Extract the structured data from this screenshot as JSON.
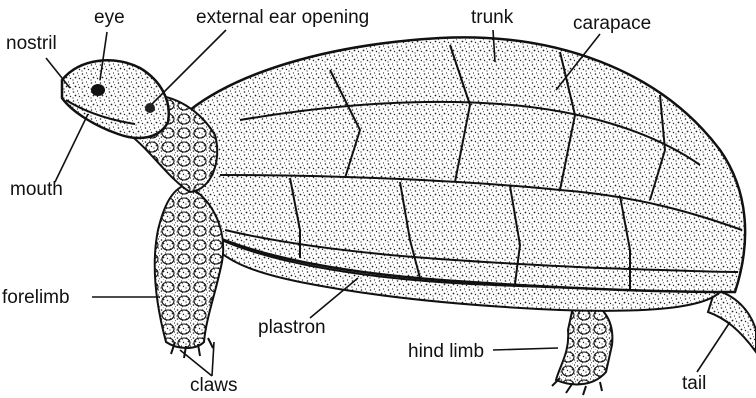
{
  "labels": {
    "nostril": "nostril",
    "eye": "eye",
    "external_ear_opening": "external ear opening",
    "trunk": "trunk",
    "carapace": "carapace",
    "mouth": "mouth",
    "forelimb": "forelimb",
    "plastron": "plastron",
    "hind_limb": "hind limb",
    "claws": "claws",
    "tail": "tail"
  },
  "colors": {
    "ink": "#111111",
    "background": "#ffffff"
  }
}
